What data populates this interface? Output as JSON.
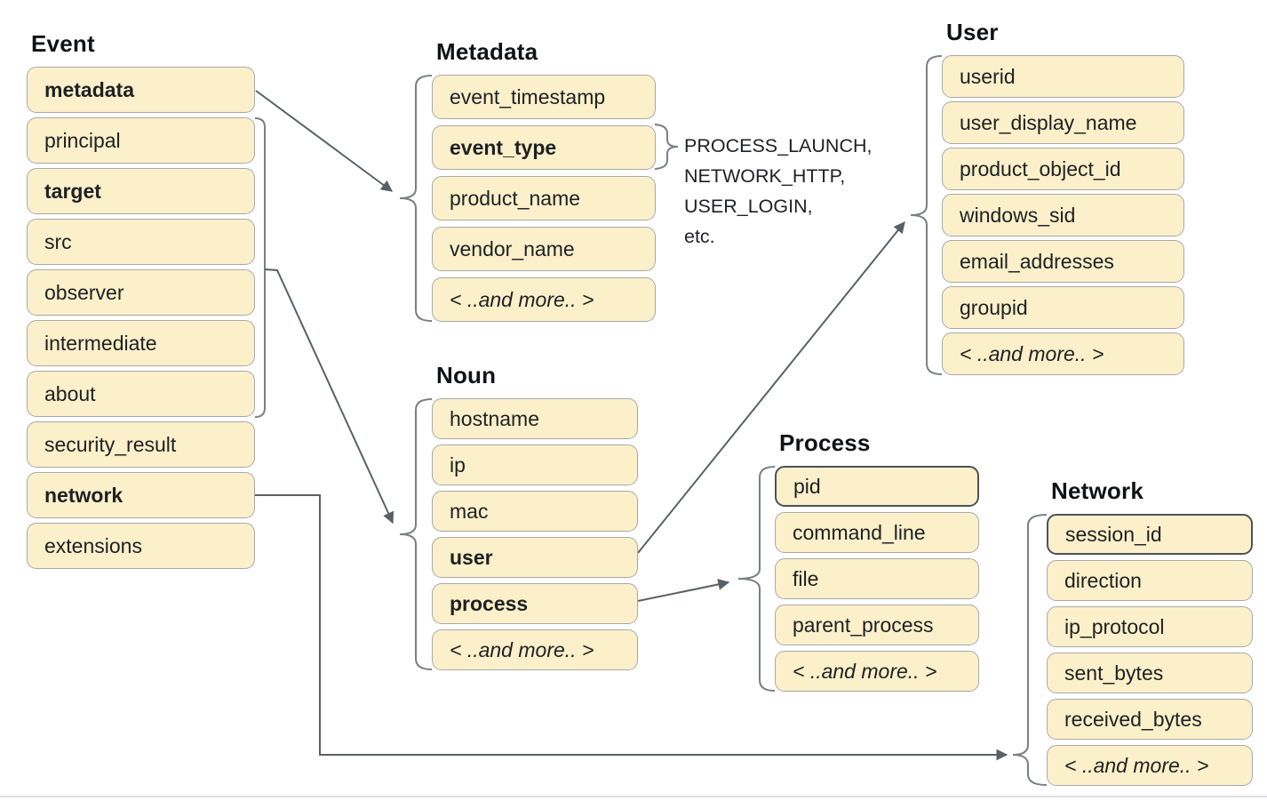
{
  "groups": {
    "event": {
      "title": "Event",
      "items": [
        {
          "label": "metadata",
          "emphasis": true
        },
        {
          "label": "principal"
        },
        {
          "label": "target",
          "emphasis": true
        },
        {
          "label": "src"
        },
        {
          "label": "observer"
        },
        {
          "label": "intermediate"
        },
        {
          "label": "about"
        },
        {
          "label": "security_result"
        },
        {
          "label": "network",
          "emphasis": true
        },
        {
          "label": "extensions"
        }
      ]
    },
    "metadata": {
      "title": "Metadata",
      "items": [
        {
          "label": "event_timestamp"
        },
        {
          "label": "event_type",
          "emphasis": true
        },
        {
          "label": "product_name"
        },
        {
          "label": "vendor_name"
        },
        {
          "label": "< ..and more.. >",
          "more": true
        }
      ]
    },
    "noun": {
      "title": "Noun",
      "items": [
        {
          "label": "hostname"
        },
        {
          "label": "ip"
        },
        {
          "label": "mac"
        },
        {
          "label": "user",
          "emphasis": true
        },
        {
          "label": "process",
          "emphasis": true
        },
        {
          "label": "< ..and more.. >",
          "more": true
        }
      ]
    },
    "user": {
      "title": "User",
      "items": [
        {
          "label": "userid"
        },
        {
          "label": "user_display_name"
        },
        {
          "label": "product_object_id"
        },
        {
          "label": "windows_sid"
        },
        {
          "label": "email_addresses"
        },
        {
          "label": "groupid"
        },
        {
          "label": "< ..and more.. >",
          "more": true
        }
      ]
    },
    "process": {
      "title": "Process",
      "items": [
        {
          "label": "pid"
        },
        {
          "label": "command_line"
        },
        {
          "label": "file"
        },
        {
          "label": "parent_process"
        },
        {
          "label": "< ..and more.. >",
          "more": true
        }
      ]
    },
    "network": {
      "title": "Network",
      "items": [
        {
          "label": "session_id"
        },
        {
          "label": "direction"
        },
        {
          "label": "ip_protocol"
        },
        {
          "label": "sent_bytes"
        },
        {
          "label": "received_bytes"
        },
        {
          "label": "< ..and more.. >",
          "more": true
        }
      ]
    }
  },
  "event_type_examples": {
    "lines": [
      "PROCESS_LAUNCH,",
      "NETWORK_HTTP,",
      "USER_LOGIN,",
      "etc."
    ]
  },
  "colors": {
    "box_fill": "#FBF0CA",
    "box_border": "#A8A8A8",
    "box_border_dark": "#4E5256",
    "arrow": "#5B6066",
    "brace": "#7B7F83",
    "text": "#1F2023"
  }
}
